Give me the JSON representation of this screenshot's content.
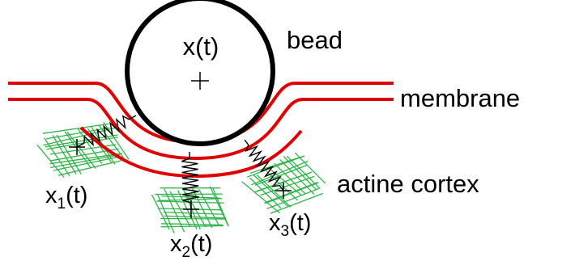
{
  "labels": {
    "bead": "bead",
    "bead_position": "x(t)",
    "membrane": "membrane",
    "cortex": "actine cortex",
    "x1_base": "x",
    "x1_sub": "1",
    "x1_arg": "(t)",
    "x2_base": "x",
    "x2_sub": "2",
    "x2_arg": "(t)",
    "x3_base": "x",
    "x3_sub": "3",
    "x3_arg": "(t)"
  },
  "colors": {
    "membrane": "#e00000",
    "mesh": "#2fb34a",
    "outline": "#000000"
  }
}
